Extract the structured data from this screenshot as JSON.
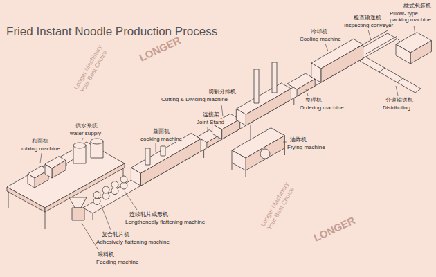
{
  "diagram": {
    "title": "Fried Instant Noodle Production Process",
    "labels": [
      "和面机",
      "mixing machine",
      "供水系统",
      "water supply",
      "蒸面机",
      "cooking machine",
      "连接架",
      "Joint Stand",
      "切割分排机",
      "Cutting & Dividing machine",
      "整理机",
      "Ordering machine",
      "冷却机",
      "Cooling machine",
      "检查输送机",
      "Inspecting conveyer",
      "枕式包装机",
      "Pillow- type packing machine",
      "油炸机",
      "Frying machine",
      "分道输送机",
      "Distributing",
      "连续轧片成形机",
      "Lengthenedly flattening machine",
      "复合轧片机",
      "Adhesively flattening machine",
      "喂料机",
      "Feeding machine",
      "LONGER",
      "Longer Machinery",
      "Your Best Choice",
      "Longer Machinery",
      "Your Best Choice",
      "LONGER"
    ]
  }
}
